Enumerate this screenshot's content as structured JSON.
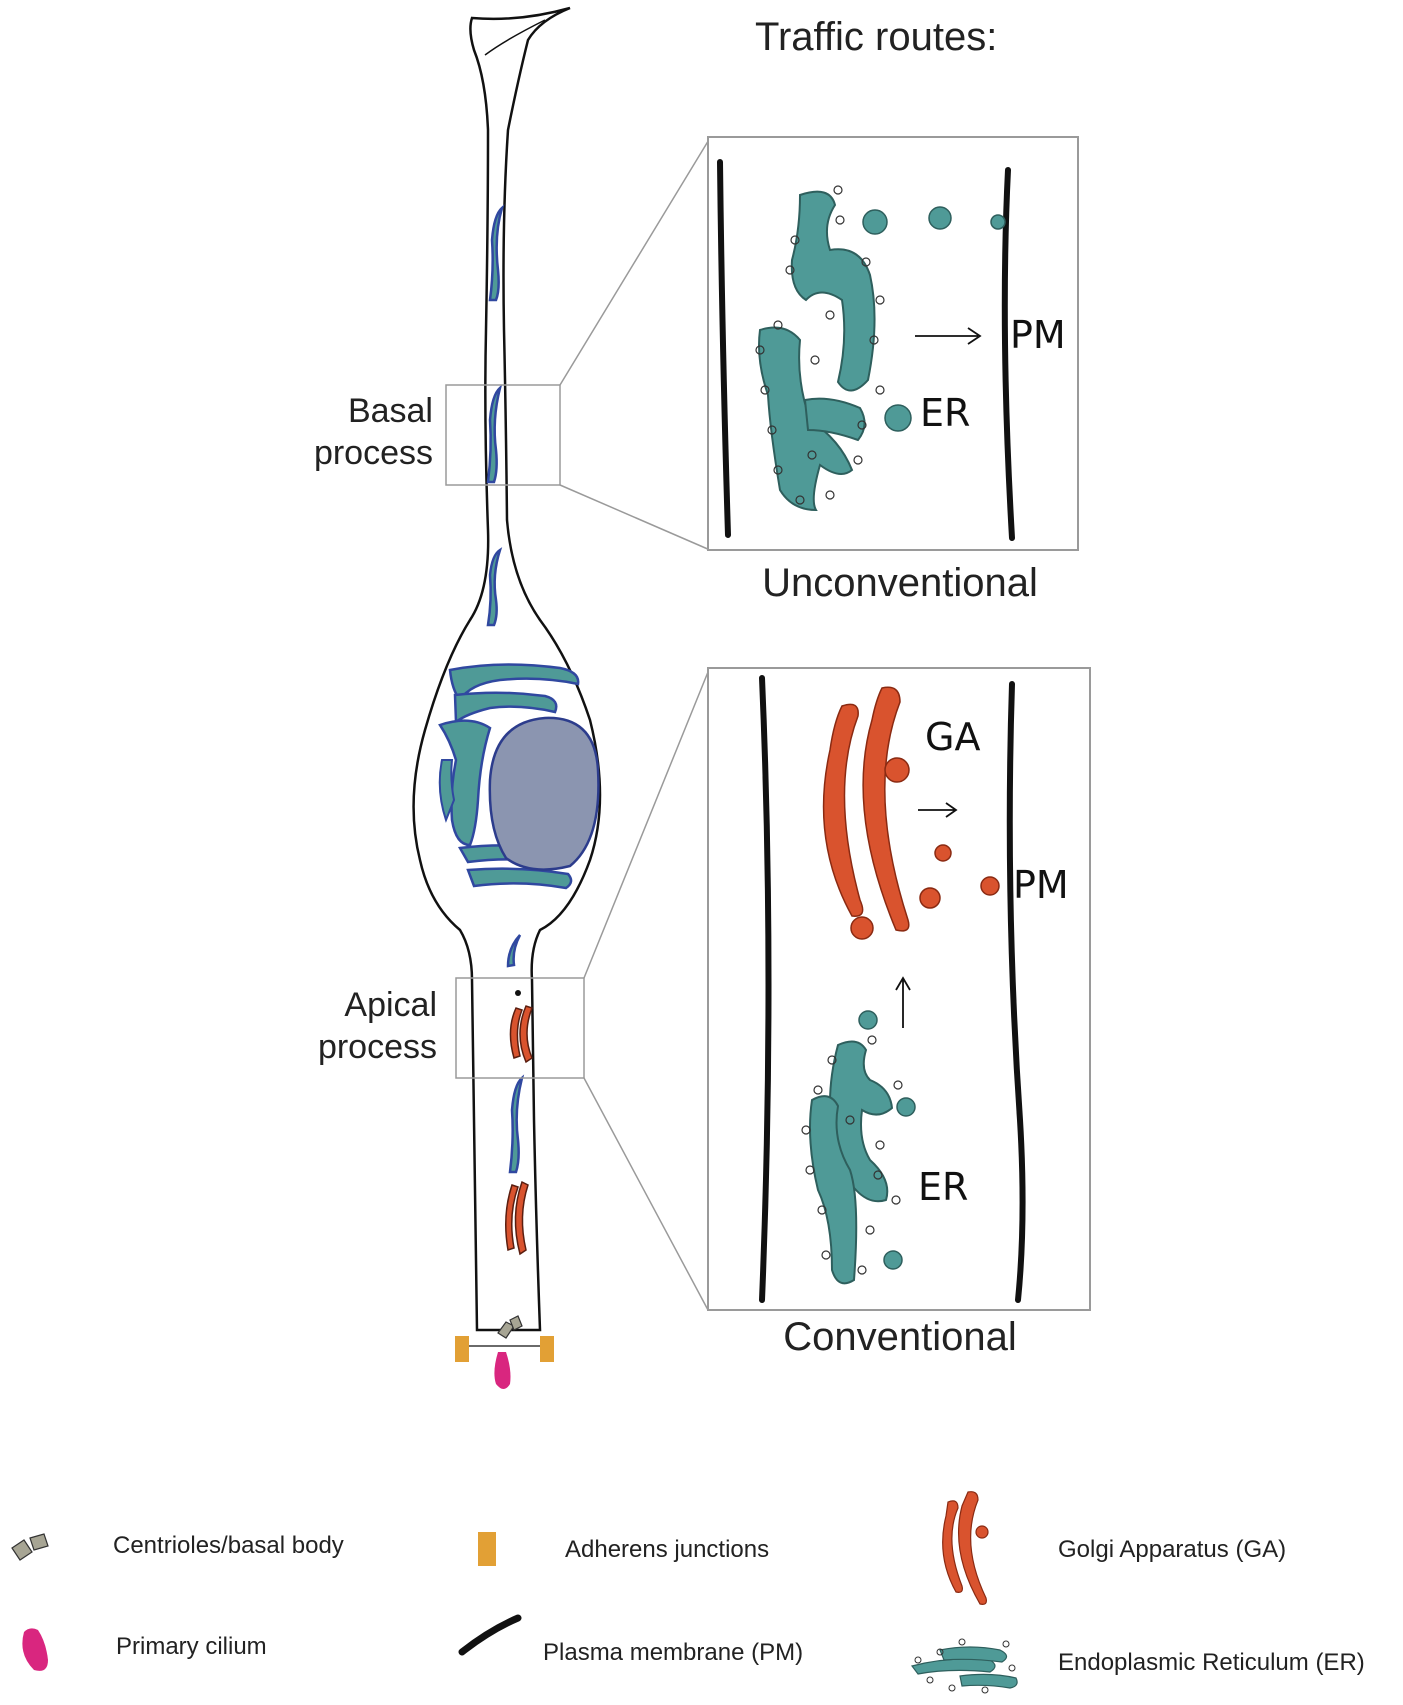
{
  "title": "Traffic routes:",
  "callouts": {
    "basal_line1": "Basal",
    "basal_line2": "process",
    "apical_line1": "Apical",
    "apical_line2": "process"
  },
  "panels": {
    "unconventional": {
      "caption": "Unconventional",
      "er_label": "ER",
      "pm_label": "PM"
    },
    "conventional": {
      "caption": "Conventional",
      "ga_label": "GA",
      "er_label": "ER",
      "pm_label": "PM"
    }
  },
  "legend": {
    "centrioles": "Centrioles/basal body",
    "adherens": "Adherens junctions",
    "golgi": "Golgi Apparatus (GA)",
    "cilium": "Primary cilium",
    "plasma": "Plasma membrane (PM)",
    "er": "Endoplasmic Reticulum (ER)"
  },
  "colors": {
    "er": "#4f9a97",
    "er_outline": "#2e5f5d",
    "golgi": "#d9532e",
    "nucleus": "#8b95b0",
    "nucleus_outline": "#2c3c8c",
    "cell_blue": "#3048a0",
    "adherens": "#e2a035",
    "cilium": "#d9267f",
    "centriole": "#a7a594",
    "membrane": "#111111",
    "box_line": "#9a9a9a"
  }
}
